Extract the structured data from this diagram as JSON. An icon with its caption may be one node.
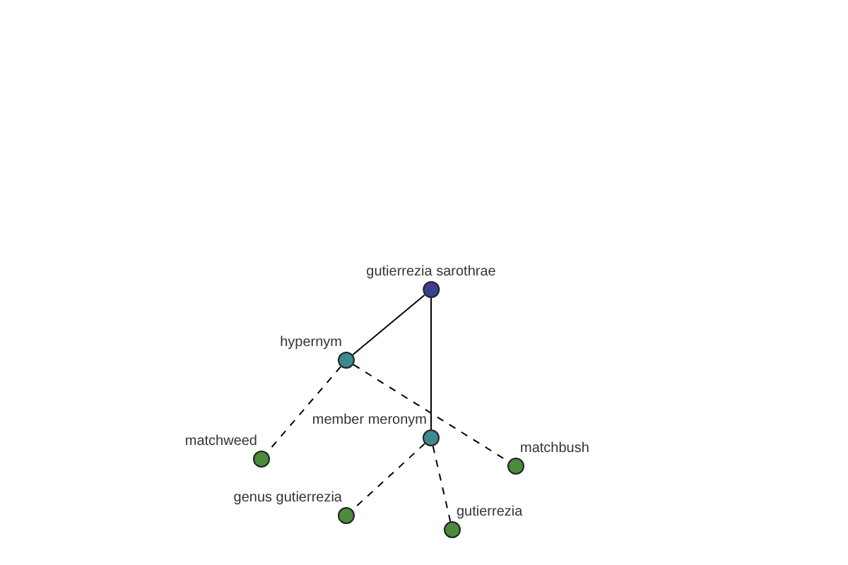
{
  "diagram": {
    "nodes": [
      {
        "text": [
          "gutierrezia sarothrae"
        ]
      },
      {
        "text": [
          "hypernym"
        ]
      },
      {
        "text": [
          "matchweed"
        ]
      },
      {
        "text": [
          "member meronym"
        ]
      },
      {
        "text": [
          "matchbush"
        ]
      },
      {
        "text": [
          "genus gutierrezia"
        ]
      },
      {
        "text": [
          "gutierrezia"
        ]
      }
    ],
    "edges": [
      {
        "from": 0,
        "to": 1,
        "arrow": "none"
      },
      {
        "from": 0,
        "to": 3,
        "arrow": "none"
      },
      {
        "from": 1,
        "to": 2,
        "arrow": "none",
        "style": "dashed"
      },
      {
        "from": 1,
        "to": 4,
        "arrow": "none",
        "style": "dashed"
      },
      {
        "from": 3,
        "to": 5,
        "arrow": "none",
        "style": "dashed"
      },
      {
        "from": 3,
        "to": 6,
        "arrow": "none",
        "style": "dashed"
      }
    ]
  }
}
